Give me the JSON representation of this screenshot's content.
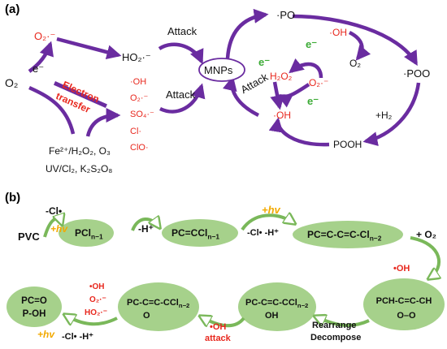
{
  "panel_a": {
    "label": "(a)",
    "o2_radical": "O₂·⁻",
    "o2": "O₂",
    "e_minus": "e⁻",
    "electron_transfer": [
      "Electron",
      "transfer"
    ],
    "ho2": "HO₂·⁻",
    "attack_top": "Attack",
    "attack_mid": "Attack",
    "attack_right": "Attack",
    "mnps": "MNPs",
    "radicals": [
      "·OH",
      "O₂·⁻",
      "SO₄·⁻",
      "Cl·",
      "ClO·"
    ],
    "reagents_line1": "Fe²⁺/H₂O₂,  O₃",
    "reagents_line2": "UV/Cl₂,  K₂S₂O₈",
    "po": "·PO",
    "oh_top": "·OH",
    "e_green_1": "e⁻",
    "o2_right": "O₂",
    "poo": "·POO",
    "e_green_2": "e⁻",
    "h2o2": "H₂O₂",
    "o2rad_right": "O₂·⁻",
    "e_green_3": "e⁻",
    "oh_center": "·OH",
    "plus_h2": "+H₂",
    "pooh": "POOH"
  },
  "panel_b": {
    "label": "(b)",
    "minus_cl_1": "-Cl•",
    "pvc": "PVC",
    "hv_1": "+hv",
    "pcl": "PCl",
    "pcl_sub": "n−1",
    "minus_h_1": "-H⁺",
    "pc_ccl": "PC=CCl",
    "pc_ccl_sub": "n−1",
    "hv_2": "+hv",
    "minus_cl_h": "-Cl•  -H⁺",
    "pc_chain": "PC=C-C=C-Cl",
    "pc_chain_sub": "n−2",
    "plus_o2": "+ O₂",
    "oh_side": "•OH",
    "peroxide_top": "PCH-C=C-CH",
    "peroxide_bottom": "O–O",
    "rearrange": "Rearrange",
    "decompose": "Decompose",
    "pc_oh_top": "PC-C=C-CCl",
    "pc_oh_sub": "n−2",
    "pc_oh_bottom": "OH",
    "oh_attack": "•OH",
    "attack": "attack",
    "pc_o_top": "PC-C=C-CCl",
    "pc_o_sub": "n−2",
    "pc_o_bottom": "O",
    "radicals_left": [
      "•OH",
      "O₂·⁻",
      "HO₂·⁻"
    ],
    "final_top": "PC=O",
    "final_bottom": "P-OH",
    "hv_3": "+hv",
    "minus_cl_h_final": "-Cl•  -H⁺"
  },
  "colors": {
    "purple": "#6a2ca0",
    "green_fill": "#a6d18b",
    "red": "#e8281e",
    "green_text": "#3cab36",
    "gold": "#f2a900"
  }
}
